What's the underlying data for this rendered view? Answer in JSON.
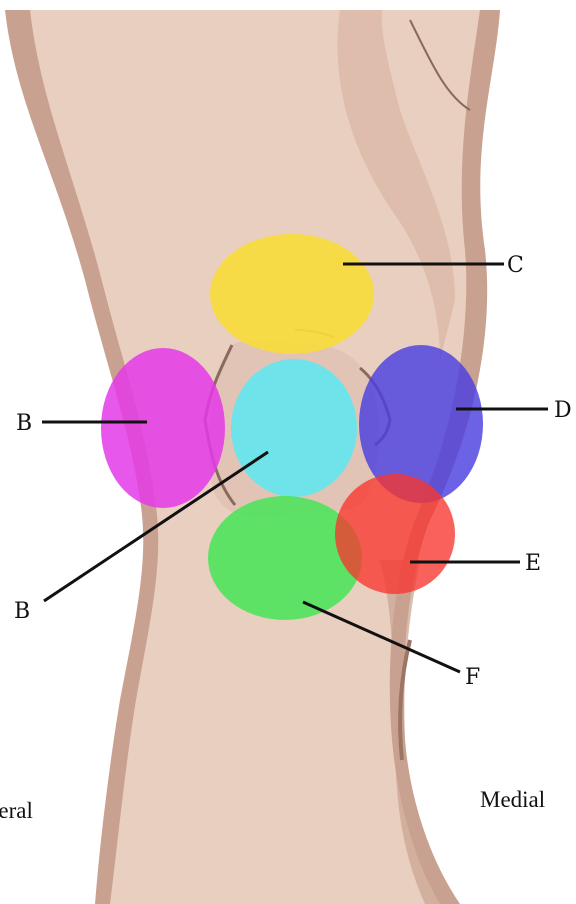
{
  "diagram": {
    "labels": {
      "b_left": "B",
      "b_lower": "B",
      "c": "C",
      "d": "D",
      "e": "E",
      "f": "F"
    },
    "sides": {
      "left": "teral",
      "right": "Medial"
    },
    "regions": {
      "c_color": "#f7dc3a",
      "b_left_color": "#e43ae8",
      "b_center_color": "#62e7f0",
      "d_color": "#4a3fe0",
      "e_color": "#f7362e",
      "f_color": "#4fe35c"
    },
    "skin": {
      "base": "#e9cfc0",
      "shadow": "#c9a190",
      "outline": "#b48a77"
    }
  }
}
